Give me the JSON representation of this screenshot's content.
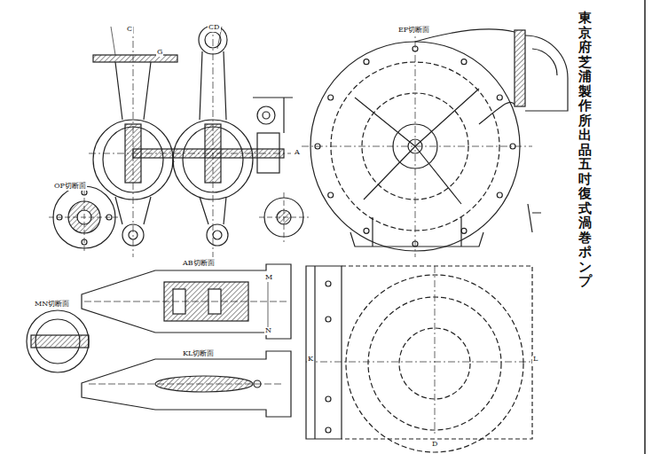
{
  "diagram": {
    "title": "東京府芝浦製作所出品五吋復式渦巻ポンプ",
    "labels": [
      "C",
      "CD",
      "G",
      "A",
      "OP切断面",
      "EF切断面",
      "AB切断面",
      "MN切断面",
      "KL切断面",
      "M",
      "N",
      "K",
      "L",
      "D"
    ]
  }
}
